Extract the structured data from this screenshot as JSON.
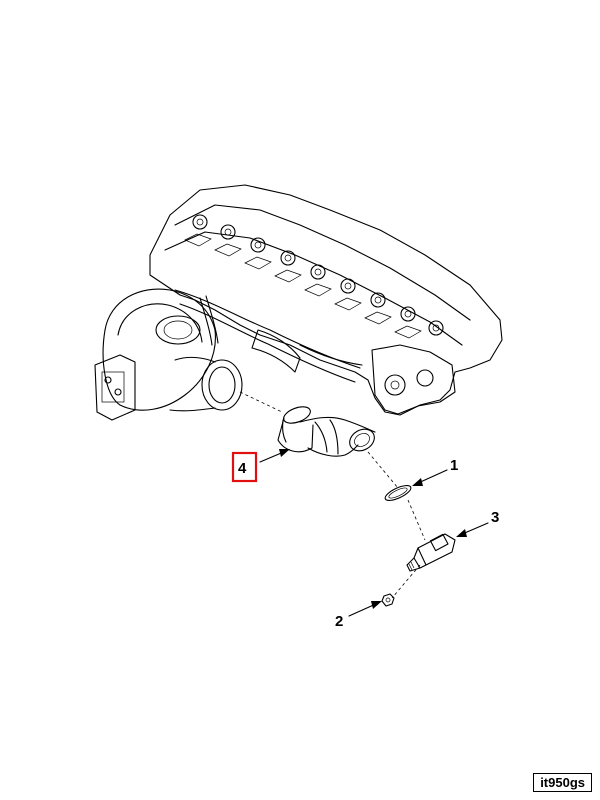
{
  "callouts": [
    {
      "id": "1",
      "label": "1"
    },
    {
      "id": "2",
      "label": "2"
    },
    {
      "id": "3",
      "label": "3"
    },
    {
      "id": "4",
      "label": "4",
      "highlighted": true
    }
  ],
  "reference_code": "it950gs",
  "colors": {
    "highlight": "#e01010",
    "line": "#000000",
    "background": "#ffffff"
  }
}
